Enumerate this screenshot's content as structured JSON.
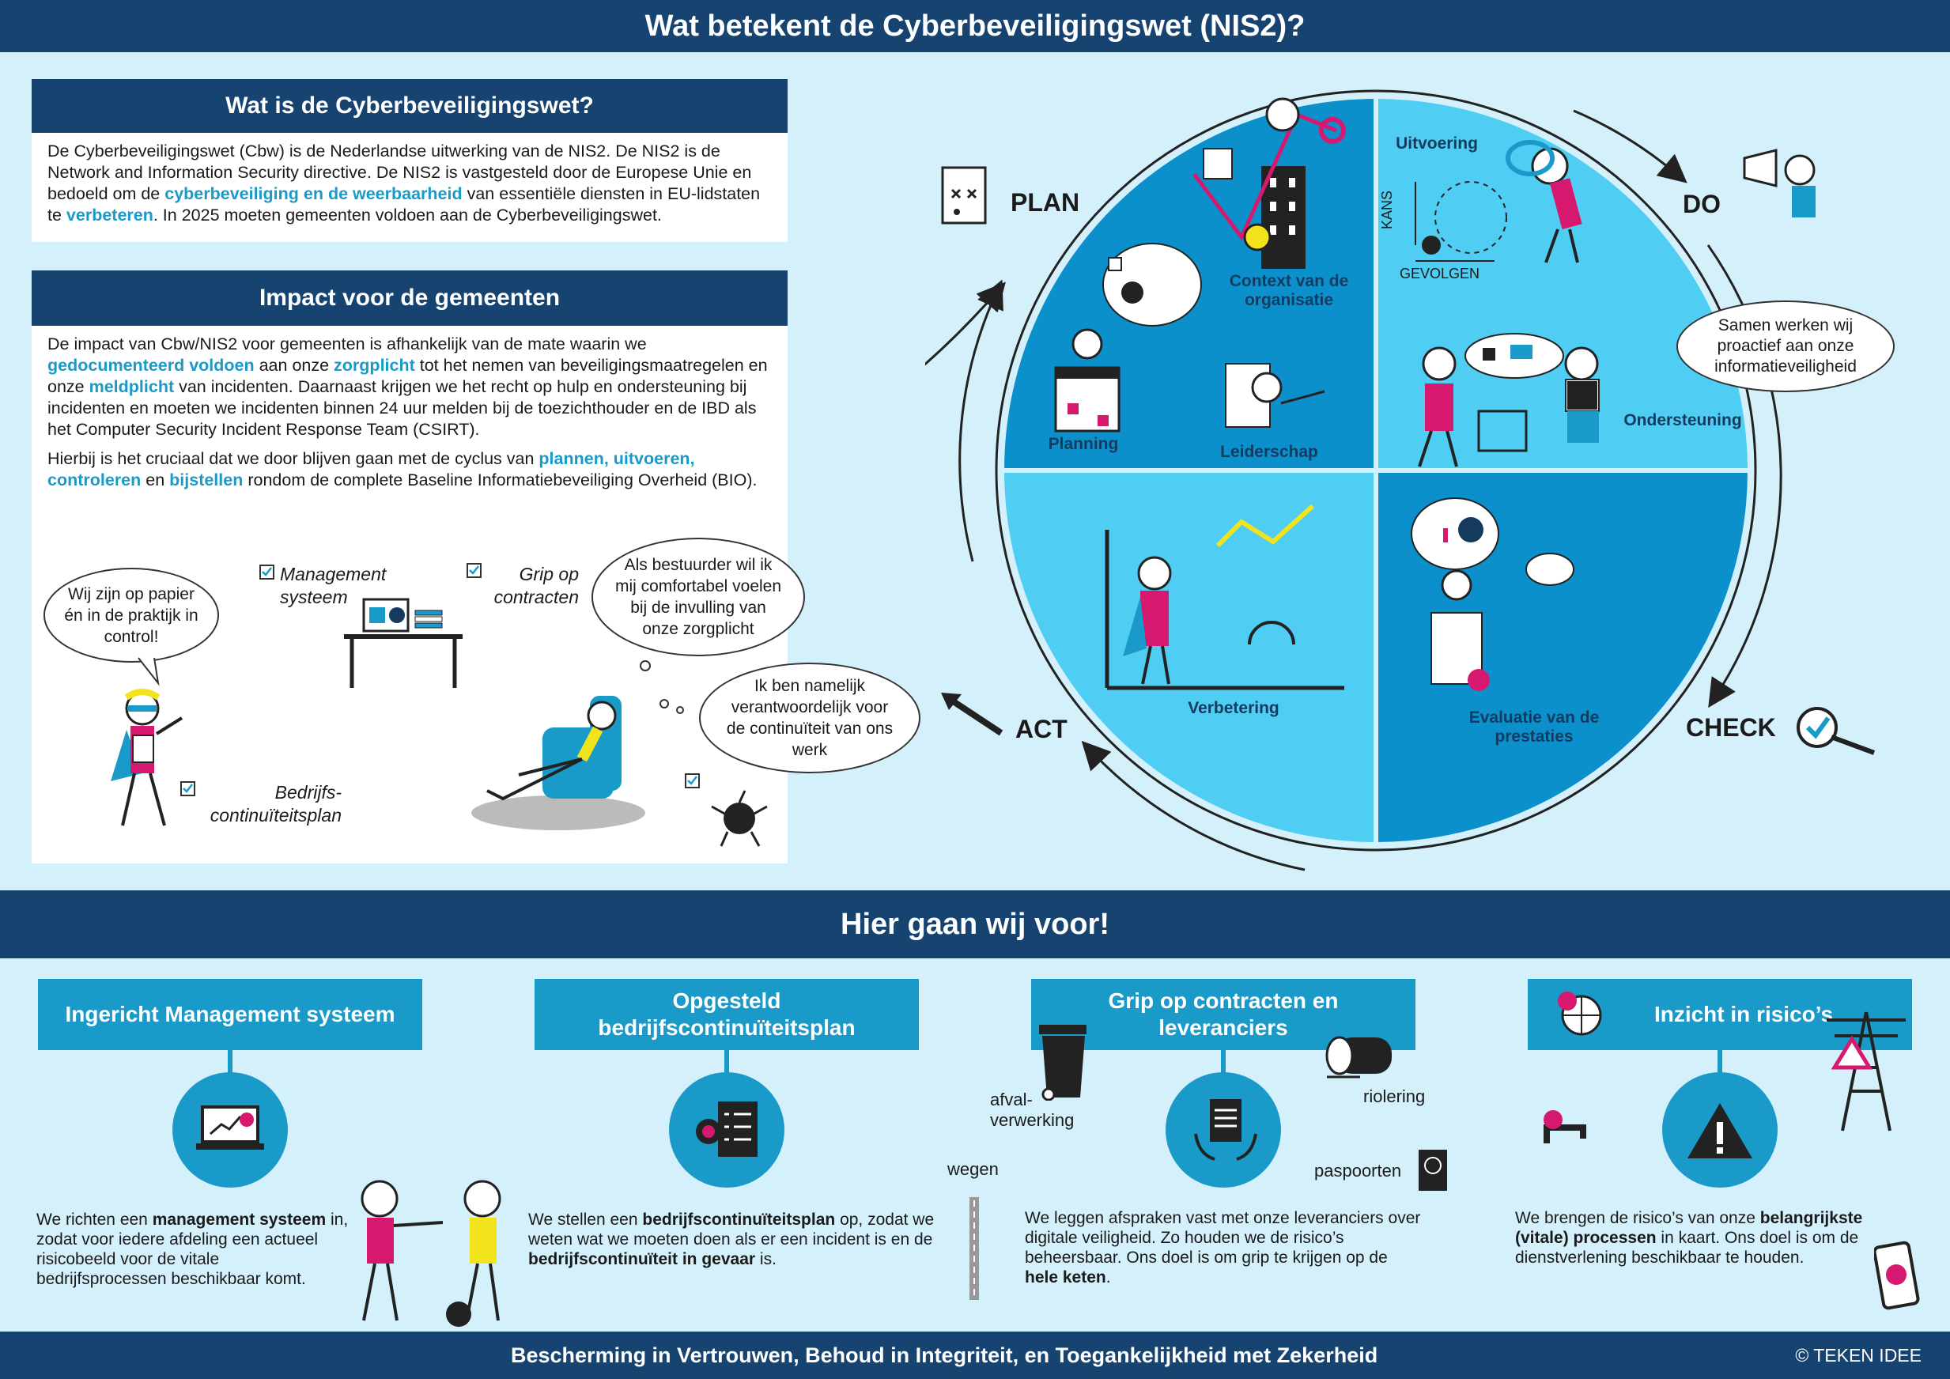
{
  "header": {
    "title": "Wat betekent de Cyberbeveiligingswet (NIS2)?"
  },
  "what": {
    "title": "Wat is de Cyberbeveiligingswet?",
    "p1": "De Cyberbeveiligingswet (Cbw) is de Nederlandse uitwerking van de NIS2. De NIS2 is de Network and Information Security directive. De NIS2 is vastgesteld door de Europese Unie en bedoeld om de ",
    "p1_hl1": "cyberbeveiliging en de weerbaarheid",
    "p1_mid": " van essentiële diensten in EU-lidstaten te ",
    "p1_hl2": "verbeteren",
    "p1_end": ". In 2025 moeten gemeenten voldoen aan de Cyberbeveiligingswet."
  },
  "impact": {
    "title": "Impact voor de gemeenten",
    "p1_a": "De impact van Cbw/NIS2 voor gemeenten is afhankelijk van de mate waarin we ",
    "p1_hl1": "gedocumenteerd voldoen",
    "p1_b": " aan onze ",
    "p1_hl2": "zorgplicht",
    "p1_c": " tot het nemen van beveiligingsmaatregelen en onze ",
    "p1_hl3": "meldplicht",
    "p1_d": " van incidenten. Daarnaast krijgen we het recht op hulp en ondersteuning bij incidenten en moeten we incidenten binnen 24 uur melden bij de toezichthouder en de IBD als het Computer Security Incident Response Team (CSIRT).",
    "p2_a": "Hierbij is het cruciaal dat we door blijven gaan met de cyclus van ",
    "p2_hl1": "plannen, uitvoeren, controleren",
    "p2_b": " en ",
    "p2_hl2": "bijstellen",
    "p2_c": " rondom de complete Baseline Informatiebeveiliging Overheid (BIO).",
    "bubble1": "Wij zijn op papier én in de praktijk in control!",
    "check1": "Management systeem",
    "check2": "Grip op contracten",
    "check3": "Bedrijfs-continuïteitsplan",
    "bubble2": "Als bestuurder wil ik mij comfortabel voelen bij de invulling van onze zorgplicht",
    "bubble3": "Ik ben namelijk verantwoordelijk voor de continuïteit van ons werk"
  },
  "pdca": {
    "plan": "PLAN",
    "do": "DO",
    "check": "CHECK",
    "act": "ACT",
    "context": "Context van de organisatie",
    "planning": "Planning",
    "leiderschap": "Leiderschap",
    "uitvoering": "Uitvoering",
    "kans": "KANS",
    "gevolgen": "GEVOLGEN",
    "ondersteuning": "Ondersteuning",
    "verbetering": "Verbetering",
    "evaluatie": "Evaluatie van de prestaties",
    "do_bubble": "Samen werken wij proactief aan onze informatieveiligheid"
  },
  "mid": {
    "title": "Hier gaan wij voor!"
  },
  "pillars": [
    {
      "title": "Ingericht Management systeem",
      "text_a": "We richten een ",
      "text_b": "management systeem",
      "text_c": " in, zodat voor iedere afdeling een actueel risicobeeld voor de vitale bedrijfsprocessen beschikbaar komt."
    },
    {
      "title": "Opgesteld bedrijfscontinuïteitsplan",
      "text_a": "We stellen een ",
      "text_b": "bedrijfscontinuïteitsplan",
      "text_c": " op, zodat we weten wat we moeten doen als er een incident is en de ",
      "text_d": "bedrijfscontinuïteit in gevaar",
      "text_e": " is."
    },
    {
      "title": "Grip op contracten en leveranciers",
      "text_a": "We leggen afspraken vast met onze leveranciers over digitale veiligheid. Zo houden we de risico’s beheersbaar. Ons doel is om grip te krijgen op de ",
      "text_b": "hele keten",
      "text_c": ".",
      "lbl_afval": "afval-verwerking",
      "lbl_riolering": "riolering",
      "lbl_wegen": "wegen",
      "lbl_paspoorten": "paspoorten"
    },
    {
      "title": "Inzicht in risico’s",
      "text_a": "We brengen de risico’s van onze ",
      "text_b": "belangrijkste (vitale) processen",
      "text_c": " in kaart. Ons doel is om de dienstverlening beschikbaar te houden."
    }
  ],
  "footer": {
    "slogan": "Bescherming in Vertrouwen, Behoud in Integriteit, en Toegankelijkheid met Zekerheid",
    "copyright": "© TEKEN IDEE"
  },
  "colors": {
    "navy": "#16436f",
    "accent": "#1a9ac8",
    "light": "#d4f0fb",
    "magenta": "#d6186e",
    "yellow": "#f2e41c"
  }
}
